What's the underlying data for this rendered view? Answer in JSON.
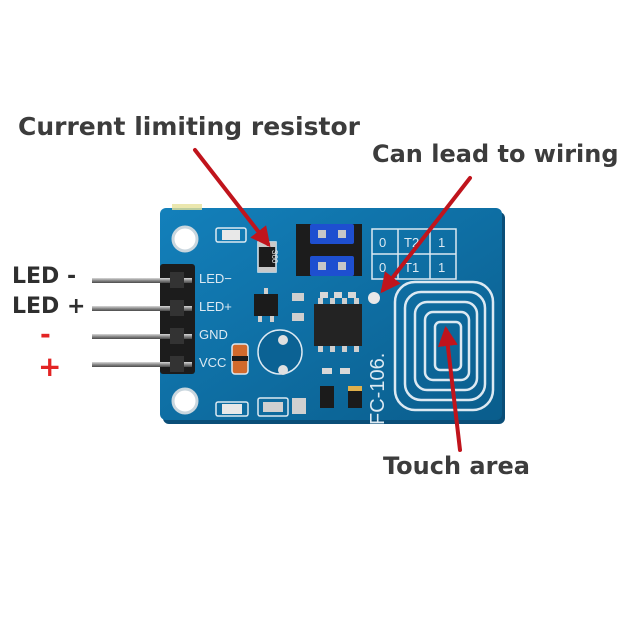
{
  "callouts": {
    "resistor": "Current limiting resistor",
    "wiring": "Can lead to wiring",
    "touch": "Touch area"
  },
  "pin_labels": {
    "led_neg": "LED -",
    "led_pos": "LED +",
    "gnd": "-",
    "vcc": "+"
  },
  "silkscreen": {
    "led_neg": "LED−",
    "led_pos": "LED+",
    "gnd": "GND",
    "vcc": "VCC",
    "model": "FC-106.",
    "resistor_code": "360",
    "jumper_row1": [
      "0",
      "T2",
      "1"
    ],
    "jumper_row2": [
      "0",
      "T1",
      "1"
    ]
  },
  "colors": {
    "pcb": "#0d6fa3",
    "arrow": "#c0141c",
    "pin_label_red": "#e32424"
  }
}
